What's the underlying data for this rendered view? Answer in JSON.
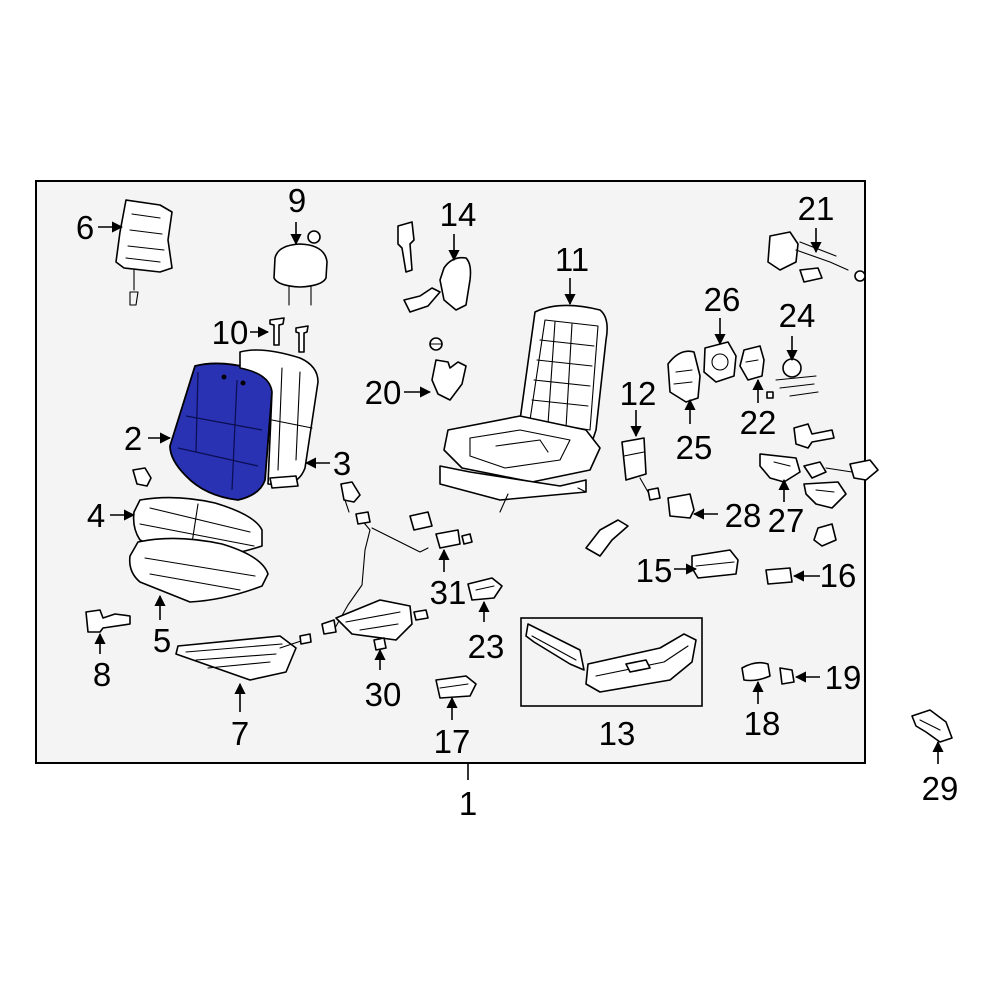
{
  "diagram": {
    "highlight_color": "#2a32b4",
    "frame_fill": "#f4f4f4",
    "callouts": {
      "c1": "1",
      "c2": "2",
      "c3": "3",
      "c4": "4",
      "c5": "5",
      "c6": "6",
      "c7": "7",
      "c8": "8",
      "c9": "9",
      "c10": "10",
      "c11": "11",
      "c12": "12",
      "c13": "13",
      "c14": "14",
      "c15": "15",
      "c16": "16",
      "c17": "17",
      "c18": "18",
      "c19": "19",
      "c20": "20",
      "c21": "21",
      "c22": "22",
      "c23": "23",
      "c24": "24",
      "c25": "25",
      "c26": "26",
      "c27": "27",
      "c28": "28",
      "c29": "29",
      "c30": "30",
      "c31": "31"
    }
  }
}
